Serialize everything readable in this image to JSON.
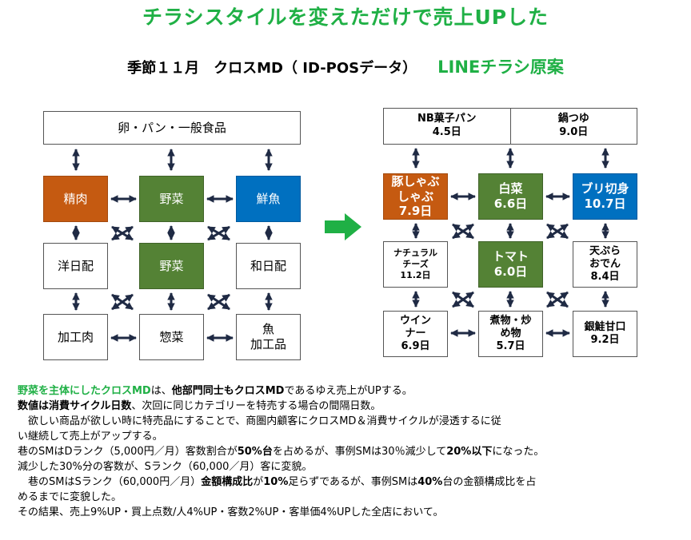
{
  "title": "チラシスタイルを変えただけで売上UPした",
  "subtitle": {
    "lead": "季節１１月　クロスMD（ ID-POSデータ）",
    "plan": "LINEチラシ原案"
  },
  "left": {
    "top": "卵・パン・一般食品",
    "row1": [
      "精肉",
      "野菜",
      "鮮魚"
    ],
    "row2": [
      "洋日配",
      "野菜",
      "和日配"
    ],
    "row3": [
      "加工肉",
      "惣菜",
      "魚\n加工品"
    ]
  },
  "right": {
    "top": [
      "NB菓子パン\n4.5日",
      "鍋つゆ\n9.0日"
    ],
    "row1": [
      "豚しゃぶ\nしゃぶ\n7.9日",
      "白菜\n6.6日",
      "ブリ切身\n10.7日"
    ],
    "row2": [
      "ナチュラル\nチーズ\n11.2日",
      "トマト\n6.0日",
      "天ぷら\nおでん\n8.4日"
    ],
    "row3": [
      "ウイン\nナー\n6.9日",
      "煮物・炒\nめ物\n5.7日",
      "銀鮭甘口\n9.2日"
    ]
  },
  "colors": {
    "title": "#1fb045",
    "meat": "#c55a11",
    "veg": "#548235",
    "fish": "#0070c0",
    "arrow": "#1fb045",
    "connector": "#1f2a44"
  },
  "notes": {
    "l1a": "野菜を主体にしたクロスMD",
    "l1b": "は、",
    "l1c": "他部門同士もクロスMD",
    "l1d": "であるゆえ売上がUPする。",
    "l2a": "数値は消費サイクル日数",
    "l2b": "、次回に同じカテゴリーを特売する場合の間隔日数。",
    "l3": "　欲しい商品が欲しい時に特売品にすることで、商圏内顧客にクロスMD＆消費サイクルが浸透するに従\nい継続して売上がアップする。",
    "l4a": "巷のSMはDランク（5,000円／月）客数割合が",
    "l4b": "50%台",
    "l4c": "を占めるが、事例SMは30％減少して",
    "l4d": "20%以下",
    "l4e": "になった。",
    "l5": "減少した30%分の客数が、Sランク（60,000／月）客に変貌。",
    "l6a": "　巷のSMはSランク（60,000円／月）",
    "l6b": "金額構成比",
    "l6c": "が",
    "l6d": "10%",
    "l6e": "足らずであるが、事例SMは",
    "l6f": "40%",
    "l6g": "台の金額構成比を占\nめるまでに変貌した。",
    "l7": "その結果、売上9%UP・買上点数/人4%UP・客数2%UP・客単価4%UPした全店において。"
  }
}
